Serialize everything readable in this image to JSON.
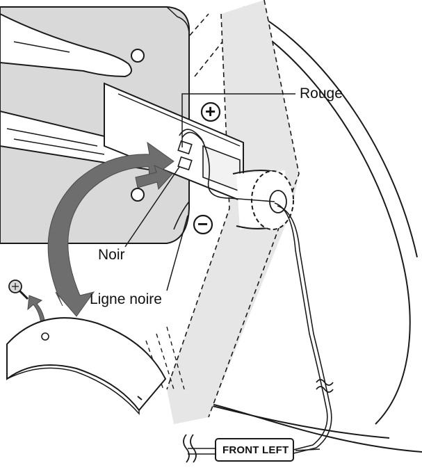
{
  "labels": {
    "red": "Rouge",
    "black": "Noir",
    "black_line": "Ligne noire",
    "plus_symbol": "+",
    "minus_symbol": "−"
  },
  "cable_tag": {
    "text": "FRONT LEFT"
  },
  "colors": {
    "line": "#1a1a1a",
    "shade": "#d9d9d9",
    "shade_light": "#e6e6e6",
    "arrow": "#6e6e6e",
    "background": "#ffffff"
  },
  "icons": [
    "hand-icon",
    "screw-icon",
    "curved-arrow-icon",
    "insert-arrow-icon",
    "speaker-cover-icon",
    "speaker-housing-icon",
    "wire-icon",
    "cable-break-icon"
  ]
}
